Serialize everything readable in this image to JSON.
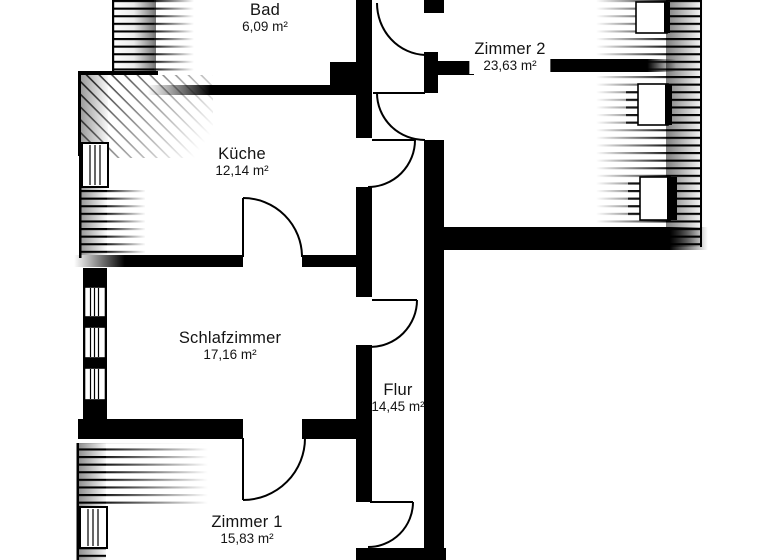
{
  "plan": {
    "type": "floor-plan",
    "language": "de",
    "colors": {
      "wall": "#000000",
      "background": "#ffffff",
      "text": "#141414"
    }
  },
  "rooms": {
    "bad": {
      "name": "Bad",
      "area": "6,09 m²"
    },
    "zimmer2": {
      "name": "Zimmer 2",
      "area": "23,63 m²"
    },
    "kueche": {
      "name": "Küche",
      "area": "12,14 m²"
    },
    "schlafzimmer": {
      "name": "Schlafzimmer",
      "area": "17,16 m²"
    },
    "flur": {
      "name": "Flur",
      "area": "14,45 m²"
    },
    "zimmer1": {
      "name": "Zimmer 1",
      "area": "15,83 m²"
    }
  }
}
